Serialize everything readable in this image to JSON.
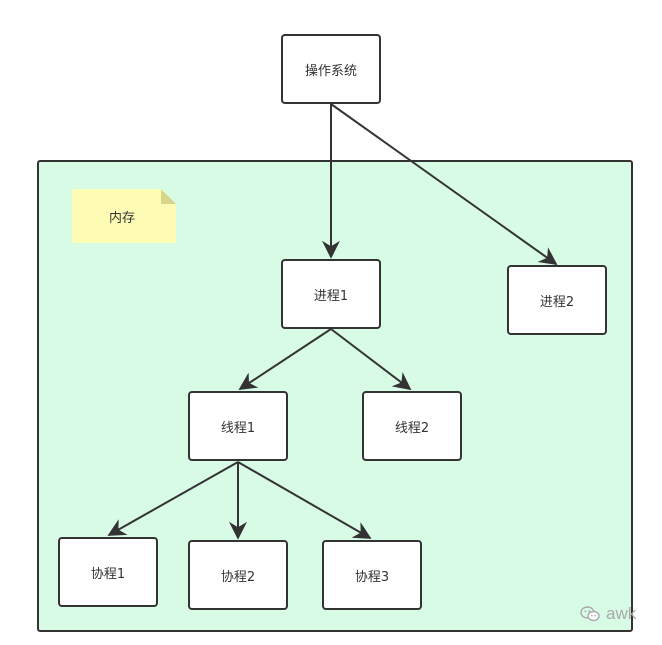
{
  "memory": {
    "label": "内存"
  },
  "nodes": {
    "os": "操作系统",
    "process1": "进程1",
    "process2": "进程2",
    "thread1": "线程1",
    "thread2": "线程2",
    "coroutine1": "协程1",
    "coroutine2": "协程2",
    "coroutine3": "协程3"
  },
  "watermark": {
    "text": "awk"
  },
  "colors": {
    "memory_fill": "#d8fbe6",
    "note_fill": "#fefcb4",
    "stroke": "#333333"
  }
}
